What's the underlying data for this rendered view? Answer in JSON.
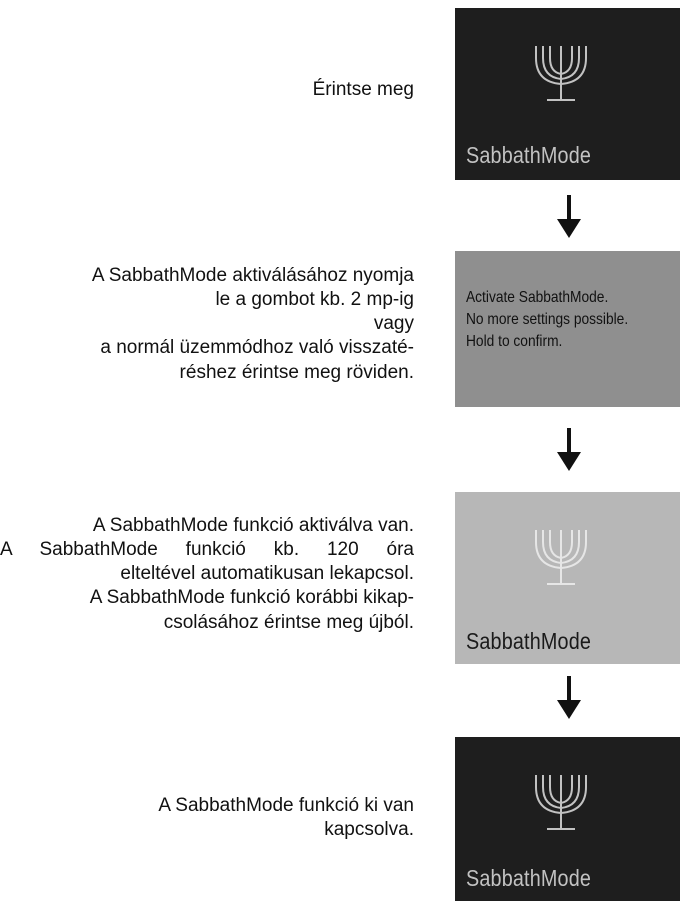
{
  "steps": [
    {
      "instruction_lines": [
        "Érintse meg"
      ],
      "panel": {
        "style": "dark",
        "label": "SabbathMode",
        "icon": "menorah-icon"
      }
    },
    {
      "instruction_lines": [
        "A SabbathMode aktiválásához nyomja",
        "le a gombot kb. 2 mp-ig",
        "vagy",
        "a normál üzemmódhoz való visszaté-",
        "réshez érintse meg röviden."
      ],
      "panel": {
        "style": "grey",
        "message_lines": [
          "Activate SabbathMode.",
          "No more settings possible.",
          "Hold to confirm."
        ]
      }
    },
    {
      "instruction_lines": [
        "A SabbathMode funkció aktiválva van.",
        "A SabbathMode funkció kb. 120 óra",
        "elteltével automatikusan lekapcsol.",
        "A SabbathMode funkció korábbi kikap-",
        "csolásához érintse meg újból."
      ],
      "panel": {
        "style": "light",
        "label": "SabbathMode",
        "icon": "menorah-icon"
      }
    },
    {
      "instruction_lines": [
        "A SabbathMode funkció ki van",
        "kapcsolva."
      ],
      "panel": {
        "style": "dark",
        "label": "SabbathMode",
        "icon": "menorah-icon"
      }
    }
  ],
  "colors": {
    "panel_dark": "#1e1e1e",
    "panel_grey": "#8f8f8f",
    "panel_light": "#b7b7b7",
    "arrow": "#111111"
  }
}
